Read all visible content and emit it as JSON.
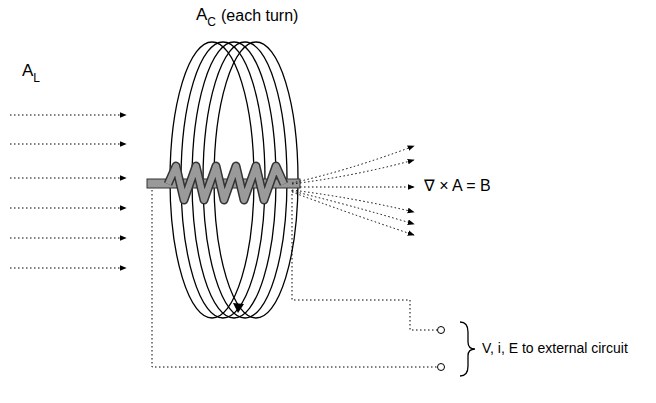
{
  "diagram": {
    "labels": [
      "A",
      "C",
      "(each turn)",
      "A",
      "L",
      "∇ × A = B",
      "V, i, E to external circuit"
    ]
  }
}
